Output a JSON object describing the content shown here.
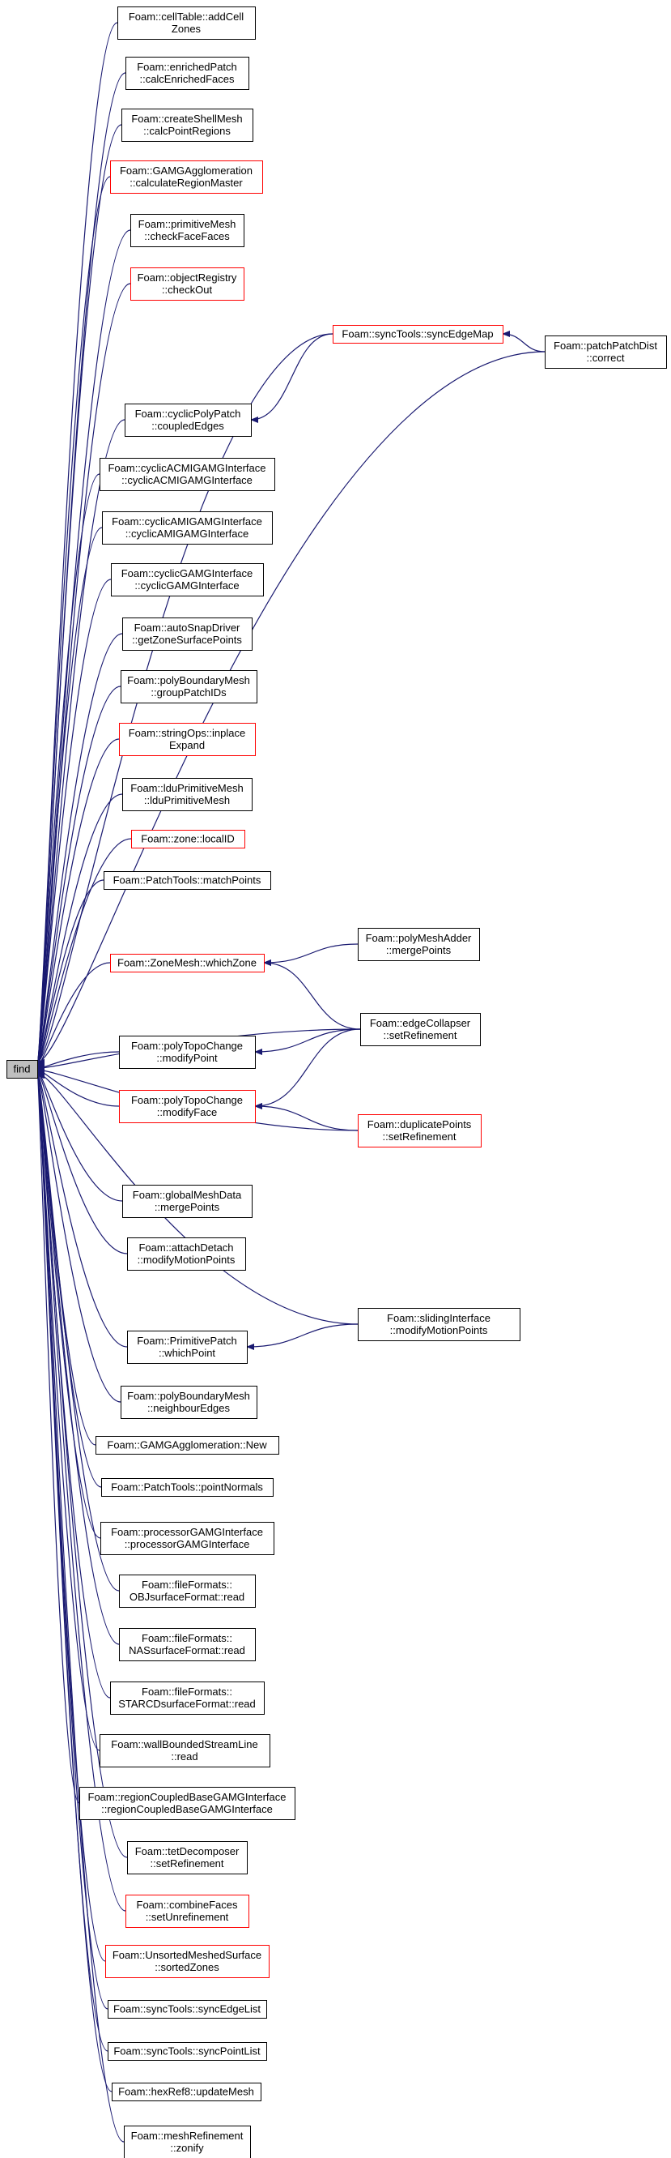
{
  "root": {
    "id": "find",
    "lines": [
      "find"
    ]
  },
  "nodes": [
    {
      "id": "cellTable_addCellZones",
      "lines": [
        "Foam::cellTable::addCell",
        "Zones"
      ],
      "border": "black"
    },
    {
      "id": "enrichedPatch_calcEnrichedFaces",
      "lines": [
        "Foam::enrichedPatch",
        "::calcEnrichedFaces"
      ],
      "border": "black"
    },
    {
      "id": "createShellMesh_calcPointRegions",
      "lines": [
        "Foam::createShellMesh",
        "::calcPointRegions"
      ],
      "border": "black"
    },
    {
      "id": "GAMGAgglomeration_calculateRegionMaster",
      "lines": [
        "Foam::GAMGAgglomeration",
        "::calculateRegionMaster"
      ],
      "border": "red"
    },
    {
      "id": "primitiveMesh_checkFaceFaces",
      "lines": [
        "Foam::primitiveMesh",
        "::checkFaceFaces"
      ],
      "border": "black"
    },
    {
      "id": "objectRegistry_checkOut",
      "lines": [
        "Foam::objectRegistry",
        "::checkOut"
      ],
      "border": "red"
    },
    {
      "id": "syncTools_syncEdgeMap",
      "lines": [
        "Foam::syncTools::syncEdgeMap"
      ],
      "border": "red"
    },
    {
      "id": "patchPatchDist_correct",
      "lines": [
        "Foam::patchPatchDist",
        "::correct"
      ],
      "border": "black"
    },
    {
      "id": "cyclicPolyPatch_coupledEdges",
      "lines": [
        "Foam::cyclicPolyPatch",
        "::coupledEdges"
      ],
      "border": "black"
    },
    {
      "id": "cyclicACMIGAMGInterface",
      "lines": [
        "Foam::cyclicACMIGAMGInterface",
        "::cyclicACMIGAMGInterface"
      ],
      "border": "black"
    },
    {
      "id": "cyclicAMIGAMGInterface",
      "lines": [
        "Foam::cyclicAMIGAMGInterface",
        "::cyclicAMIGAMGInterface"
      ],
      "border": "black"
    },
    {
      "id": "cyclicGAMGInterface",
      "lines": [
        "Foam::cyclicGAMGInterface",
        "::cyclicGAMGInterface"
      ],
      "border": "black"
    },
    {
      "id": "autoSnapDriver_getZoneSurfacePoints",
      "lines": [
        "Foam::autoSnapDriver",
        "::getZoneSurfacePoints"
      ],
      "border": "black"
    },
    {
      "id": "polyBoundaryMesh_groupPatchIDs",
      "lines": [
        "Foam::polyBoundaryMesh",
        "::groupPatchIDs"
      ],
      "border": "black"
    },
    {
      "id": "stringOps_inplaceExpand",
      "lines": [
        "Foam::stringOps::inplace",
        "Expand"
      ],
      "border": "red"
    },
    {
      "id": "lduPrimitiveMesh",
      "lines": [
        "Foam::lduPrimitiveMesh",
        "::lduPrimitiveMesh"
      ],
      "border": "black"
    },
    {
      "id": "zone_localID",
      "lines": [
        "Foam::zone::localID"
      ],
      "border": "red"
    },
    {
      "id": "PatchTools_matchPoints",
      "lines": [
        "Foam::PatchTools::matchPoints"
      ],
      "border": "black"
    },
    {
      "id": "polyMeshAdder_mergePoints",
      "lines": [
        "Foam::polyMeshAdder",
        "::mergePoints"
      ],
      "border": "black"
    },
    {
      "id": "ZoneMesh_whichZone",
      "lines": [
        "Foam::ZoneMesh::whichZone"
      ],
      "border": "red"
    },
    {
      "id": "edgeCollapser_setRefinement",
      "lines": [
        "Foam::edgeCollapser",
        "::setRefinement"
      ],
      "border": "black"
    },
    {
      "id": "polyTopoChange_modifyPoint",
      "lines": [
        "Foam::polyTopoChange",
        "::modifyPoint"
      ],
      "border": "black"
    },
    {
      "id": "polyTopoChange_modifyFace",
      "lines": [
        "Foam::polyTopoChange",
        "::modifyFace"
      ],
      "border": "red"
    },
    {
      "id": "duplicatePoints_setRefinement",
      "lines": [
        "Foam::duplicatePoints",
        "::setRefinement"
      ],
      "border": "red"
    },
    {
      "id": "globalMeshData_mergePoints",
      "lines": [
        "Foam::globalMeshData",
        "::mergePoints"
      ],
      "border": "black"
    },
    {
      "id": "attachDetach_modifyMotionPoints",
      "lines": [
        "Foam::attachDetach",
        "::modifyMotionPoints"
      ],
      "border": "black"
    },
    {
      "id": "slidingInterface_modifyMotionPoints",
      "lines": [
        "Foam::slidingInterface",
        "::modifyMotionPoints"
      ],
      "border": "black"
    },
    {
      "id": "PrimitivePatch_whichPoint",
      "lines": [
        "Foam::PrimitivePatch",
        "::whichPoint"
      ],
      "border": "black"
    },
    {
      "id": "polyBoundaryMesh_neighbourEdges",
      "lines": [
        "Foam::polyBoundaryMesh",
        "::neighbourEdges"
      ],
      "border": "black"
    },
    {
      "id": "GAMGAgglomeration_New",
      "lines": [
        "Foam::GAMGAgglomeration::New"
      ],
      "border": "black"
    },
    {
      "id": "PatchTools_pointNormals",
      "lines": [
        "Foam::PatchTools::pointNormals"
      ],
      "border": "black"
    },
    {
      "id": "processorGAMGInterface",
      "lines": [
        "Foam::processorGAMGInterface",
        "::processorGAMGInterface"
      ],
      "border": "black"
    },
    {
      "id": "OBJsurfaceFormat_read",
      "lines": [
        "Foam::fileFormats::",
        "OBJsurfaceFormat::read"
      ],
      "border": "black"
    },
    {
      "id": "NASsurfaceFormat_read",
      "lines": [
        "Foam::fileFormats::",
        "NASsurfaceFormat::read"
      ],
      "border": "black"
    },
    {
      "id": "STARCDsurfaceFormat_read",
      "lines": [
        "Foam::fileFormats::",
        "STARCDsurfaceFormat::read"
      ],
      "border": "black"
    },
    {
      "id": "wallBoundedStreamLine_read",
      "lines": [
        "Foam::wallBoundedStreamLine",
        "::read"
      ],
      "border": "black"
    },
    {
      "id": "regionCoupledBaseGAMGInterface",
      "lines": [
        "Foam::regionCoupledBaseGAMGInterface",
        "::regionCoupledBaseGAMGInterface"
      ],
      "border": "black"
    },
    {
      "id": "tetDecomposer_setRefinement",
      "lines": [
        "Foam::tetDecomposer",
        "::setRefinement"
      ],
      "border": "black"
    },
    {
      "id": "combineFaces_setUnrefinement",
      "lines": [
        "Foam::combineFaces",
        "::setUnrefinement"
      ],
      "border": "red"
    },
    {
      "id": "UnsortedMeshedSurface_sortedZones",
      "lines": [
        "Foam::UnsortedMeshedSurface",
        "::sortedZones"
      ],
      "border": "red"
    },
    {
      "id": "syncTools_syncEdgeList",
      "lines": [
        "Foam::syncTools::syncEdgeList"
      ],
      "border": "black"
    },
    {
      "id": "syncTools_syncPointList",
      "lines": [
        "Foam::syncTools::syncPointList"
      ],
      "border": "black"
    },
    {
      "id": "hexRef8_updateMesh",
      "lines": [
        "Foam::hexRef8::updateMesh"
      ],
      "border": "black"
    },
    {
      "id": "meshRefinement_zonify",
      "lines": [
        "Foam::meshRefinement",
        "::zonify"
      ],
      "border": "black"
    }
  ],
  "edges": [
    {
      "from": "cellTable_addCellZones",
      "to": "find"
    },
    {
      "from": "enrichedPatch_calcEnrichedFaces",
      "to": "find"
    },
    {
      "from": "createShellMesh_calcPointRegions",
      "to": "find"
    },
    {
      "from": "GAMGAgglomeration_calculateRegionMaster",
      "to": "find"
    },
    {
      "from": "primitiveMesh_checkFaceFaces",
      "to": "find"
    },
    {
      "from": "objectRegistry_checkOut",
      "to": "find"
    },
    {
      "from": "patchPatchDist_correct",
      "to": "find"
    },
    {
      "from": "syncTools_syncEdgeMap",
      "to": "find"
    },
    {
      "from": "patchPatchDist_correct",
      "to": "syncTools_syncEdgeMap"
    },
    {
      "from": "syncTools_syncEdgeMap",
      "to": "cyclicPolyPatch_coupledEdges"
    },
    {
      "from": "cyclicPolyPatch_coupledEdges",
      "to": "find"
    },
    {
      "from": "cyclicACMIGAMGInterface",
      "to": "find"
    },
    {
      "from": "cyclicAMIGAMGInterface",
      "to": "find"
    },
    {
      "from": "cyclicGAMGInterface",
      "to": "find"
    },
    {
      "from": "autoSnapDriver_getZoneSurfacePoints",
      "to": "find"
    },
    {
      "from": "polyBoundaryMesh_groupPatchIDs",
      "to": "find"
    },
    {
      "from": "stringOps_inplaceExpand",
      "to": "find"
    },
    {
      "from": "lduPrimitiveMesh",
      "to": "find"
    },
    {
      "from": "zone_localID",
      "to": "find"
    },
    {
      "from": "PatchTools_matchPoints",
      "to": "find"
    },
    {
      "from": "polyMeshAdder_mergePoints",
      "to": "ZoneMesh_whichZone"
    },
    {
      "from": "edgeCollapser_setRefinement",
      "to": "ZoneMesh_whichZone"
    },
    {
      "from": "ZoneMesh_whichZone",
      "to": "find"
    },
    {
      "from": "edgeCollapser_setRefinement",
      "to": "find"
    },
    {
      "from": "edgeCollapser_setRefinement",
      "to": "polyTopoChange_modifyPoint"
    },
    {
      "from": "edgeCollapser_setRefinement",
      "to": "polyTopoChange_modifyFace"
    },
    {
      "from": "polyTopoChange_modifyPoint",
      "to": "find"
    },
    {
      "from": "polyTopoChange_modifyFace",
      "to": "find"
    },
    {
      "from": "duplicatePoints_setRefinement",
      "to": "polyTopoChange_modifyFace"
    },
    {
      "from": "duplicatePoints_setRefinement",
      "to": "find"
    },
    {
      "from": "globalMeshData_mergePoints",
      "to": "find"
    },
    {
      "from": "attachDetach_modifyMotionPoints",
      "to": "find"
    },
    {
      "from": "slidingInterface_modifyMotionPoints",
      "to": "find"
    },
    {
      "from": "slidingInterface_modifyMotionPoints",
      "to": "PrimitivePatch_whichPoint"
    },
    {
      "from": "PrimitivePatch_whichPoint",
      "to": "find"
    },
    {
      "from": "polyBoundaryMesh_neighbourEdges",
      "to": "find"
    },
    {
      "from": "GAMGAgglomeration_New",
      "to": "find"
    },
    {
      "from": "PatchTools_pointNormals",
      "to": "find"
    },
    {
      "from": "processorGAMGInterface",
      "to": "find"
    },
    {
      "from": "OBJsurfaceFormat_read",
      "to": "find"
    },
    {
      "from": "NASsurfaceFormat_read",
      "to": "find"
    },
    {
      "from": "STARCDsurfaceFormat_read",
      "to": "find"
    },
    {
      "from": "wallBoundedStreamLine_read",
      "to": "find"
    },
    {
      "from": "regionCoupledBaseGAMGInterface",
      "to": "find"
    },
    {
      "from": "tetDecomposer_setRefinement",
      "to": "find"
    },
    {
      "from": "combineFaces_setUnrefinement",
      "to": "find"
    },
    {
      "from": "UnsortedMeshedSurface_sortedZones",
      "to": "find"
    },
    {
      "from": "syncTools_syncEdgeList",
      "to": "find"
    },
    {
      "from": "syncTools_syncPointList",
      "to": "find"
    },
    {
      "from": "hexRef8_updateMesh",
      "to": "find"
    },
    {
      "from": "meshRefinement_zonify",
      "to": "find"
    }
  ],
  "colors": {
    "edge": "#191970",
    "root_fill": "#bfbfbf",
    "normal_border": "#000000",
    "truncated_border": "#ff0000"
  }
}
